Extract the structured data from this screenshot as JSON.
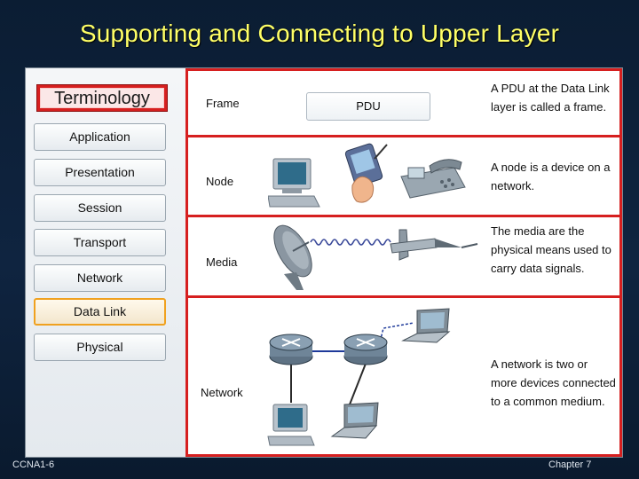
{
  "slide": {
    "title": "Supporting and Connecting to Upper Layer",
    "footer_left": "CCNA1-6",
    "footer_right": "Chapter 7"
  },
  "sidebar": {
    "terminology_label": "Terminology",
    "layers": [
      {
        "label": "Application",
        "active": false
      },
      {
        "label": "Presentation",
        "active": false
      },
      {
        "label": "Session",
        "active": false
      },
      {
        "label": "Transport",
        "active": false
      },
      {
        "label": "Network",
        "active": false
      },
      {
        "label": "Data Link",
        "active": true
      },
      {
        "label": "Physical",
        "active": false
      }
    ]
  },
  "terms": [
    {
      "label": "Frame",
      "pdu_label": "PDU",
      "description": "A PDU at the Data Link layer is called a frame."
    },
    {
      "label": "Node",
      "description": "A node is a device on a network."
    },
    {
      "label": "Media",
      "description": "The media are the physical means used to carry data signals."
    },
    {
      "label": "Network",
      "description": "A network is two or more devices connected to a common medium."
    }
  ],
  "colors": {
    "title": "#ffff66",
    "accent_red": "#d61f1f",
    "active_border": "#f0a11f"
  }
}
